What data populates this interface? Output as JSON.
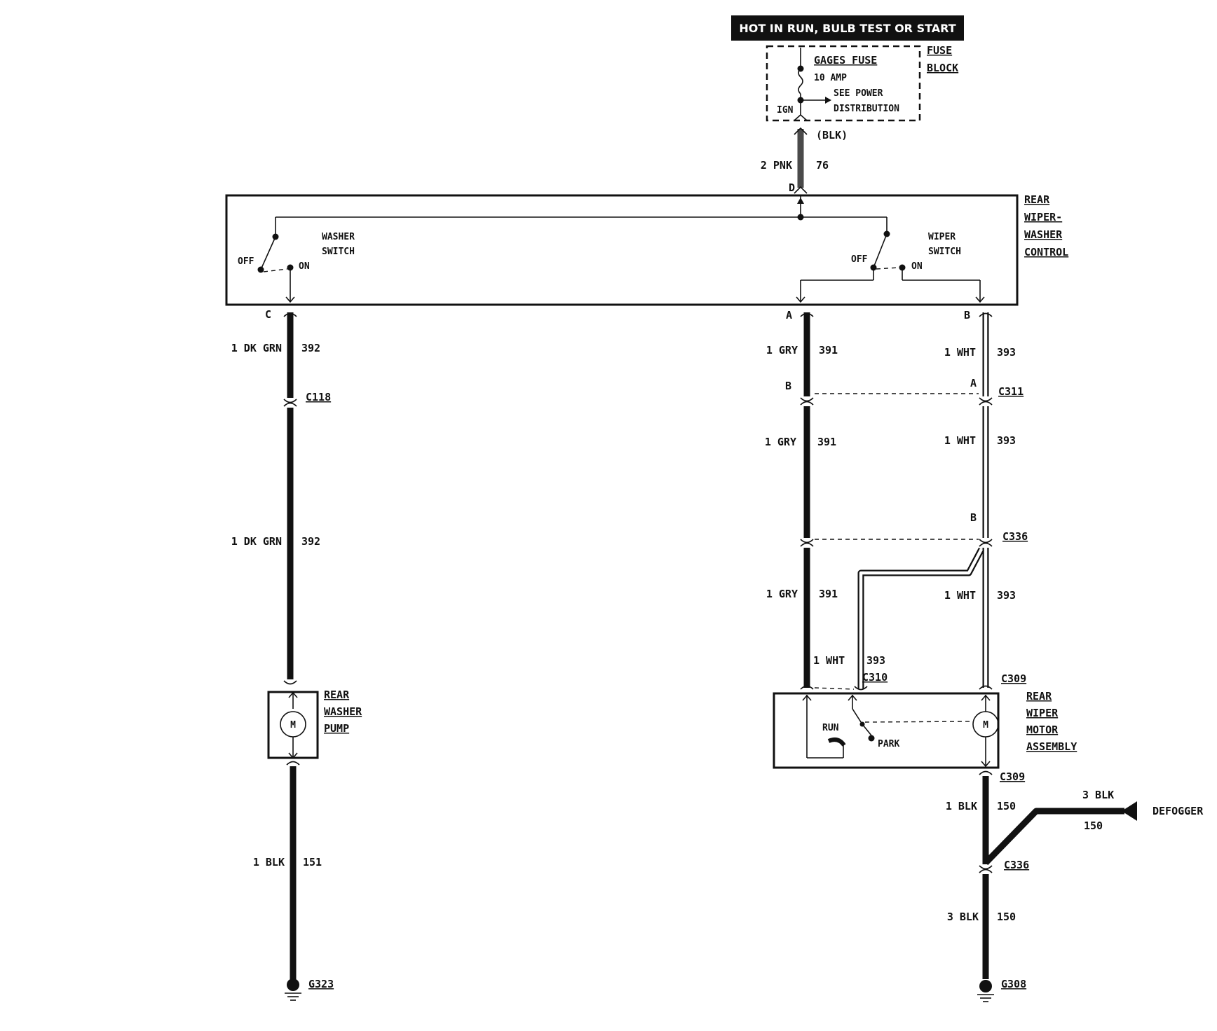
{
  "power": {
    "header": "HOT IN RUN,  BULB TEST OR START",
    "fuse_block": [
      "FUSE",
      "BLOCK"
    ],
    "fuse_name": "GAGES FUSE",
    "fuse_rating": "10 AMP",
    "see_power": [
      "SEE POWER",
      "DISTRIBUTION"
    ],
    "ign": "IGN",
    "blk": "(BLK)",
    "wire_size": "2 PNK",
    "circuit": "76",
    "pin": "D"
  },
  "control": {
    "name": [
      "REAR",
      "WIPER-",
      "WASHER",
      "CONTROL"
    ],
    "washer_switch": [
      "WASHER",
      "SWITCH"
    ],
    "wiper_switch": [
      "WIPER",
      "SWITCH"
    ],
    "off": "OFF",
    "on": "ON",
    "pin_c": "C",
    "pin_a": "A",
    "pin_b": "B"
  },
  "washer_branch": {
    "wire": "1 DK GRN",
    "circuit": "392",
    "connector": "C118",
    "pump": [
      "REAR",
      "WASHER",
      "PUMP"
    ],
    "motor_symbol": "M",
    "ground_wire": "1 BLK",
    "ground_circuit": "151",
    "ground": "G323"
  },
  "wiper_branch": {
    "gry_wire": "1 GRY",
    "gry_circuit": "391",
    "wht_wire": "1 WHT",
    "wht_circuit": "393",
    "c311": "C311",
    "c311_pin_b": "B",
    "c311_pin_a": "A",
    "c336": "C336",
    "c336_pin_b": "B",
    "c310": "C310",
    "c309": "C309",
    "motor": [
      "REAR",
      "WIPER",
      "MOTOR",
      "ASSEMBLY"
    ],
    "motor_symbol": "M",
    "run": "RUN",
    "park": "PARK",
    "ground_wire_1": "1 BLK",
    "ground_circuit": "150",
    "defogger_wire": "3 BLK",
    "defogger": "DEFOGGER",
    "ground_wire_3": "3 BLK",
    "ground": "G308"
  }
}
